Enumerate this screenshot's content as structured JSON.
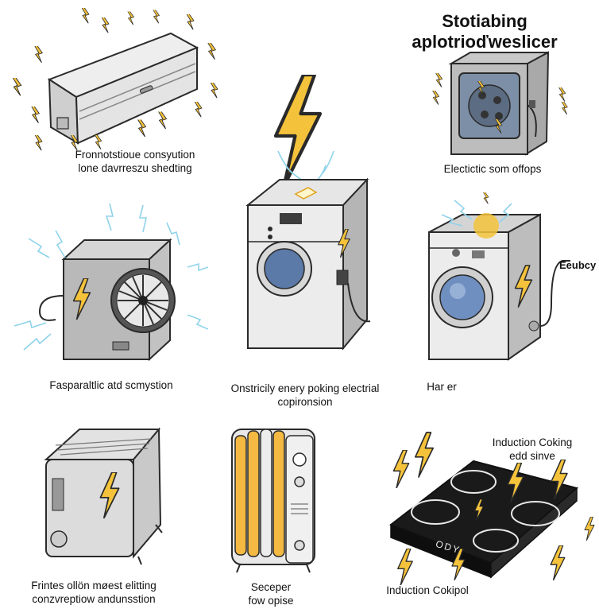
{
  "title": {
    "line1": "Stotiabing",
    "line2": "aplotrioďweslicer"
  },
  "captions": {
    "air_conditioner": [
      "Fronnotstioue consyution",
      "lone davrreszu shedting"
    ],
    "dishwasher": [
      "Electictic som offops"
    ],
    "outdoor_unit": [
      "Fasparaltlic atd scmystion"
    ],
    "washer_center": [
      "Onstricily enery poking electrial",
      "copironsion"
    ],
    "washer_right": [
      "Har er"
    ],
    "washer_side_label": "Eeubcy",
    "space_heater": [
      "Frintes ollön møest elitting",
      "conzvreptiow andunsstion"
    ],
    "oil_heater": [
      "Seceper",
      "fow opise"
    ],
    "cooktop_top": [
      "Induction Coking",
      "edd sinve"
    ],
    "cooktop_bottom": [
      "Induction Cokipol"
    ]
  },
  "cooktop_display": "ODY",
  "colors": {
    "bolt": "#f5c33b",
    "bolt_outline": "#2a2a2a",
    "appliance_gray": "#d9d9d9",
    "spark_blue": "#8fd3ea",
    "cooktop": "#1a1a1a",
    "heater_fin": "#f4b942"
  },
  "icons": [
    "lightning-bolt-icon",
    "spark-icon",
    "fan-icon",
    "plug-icon"
  ]
}
